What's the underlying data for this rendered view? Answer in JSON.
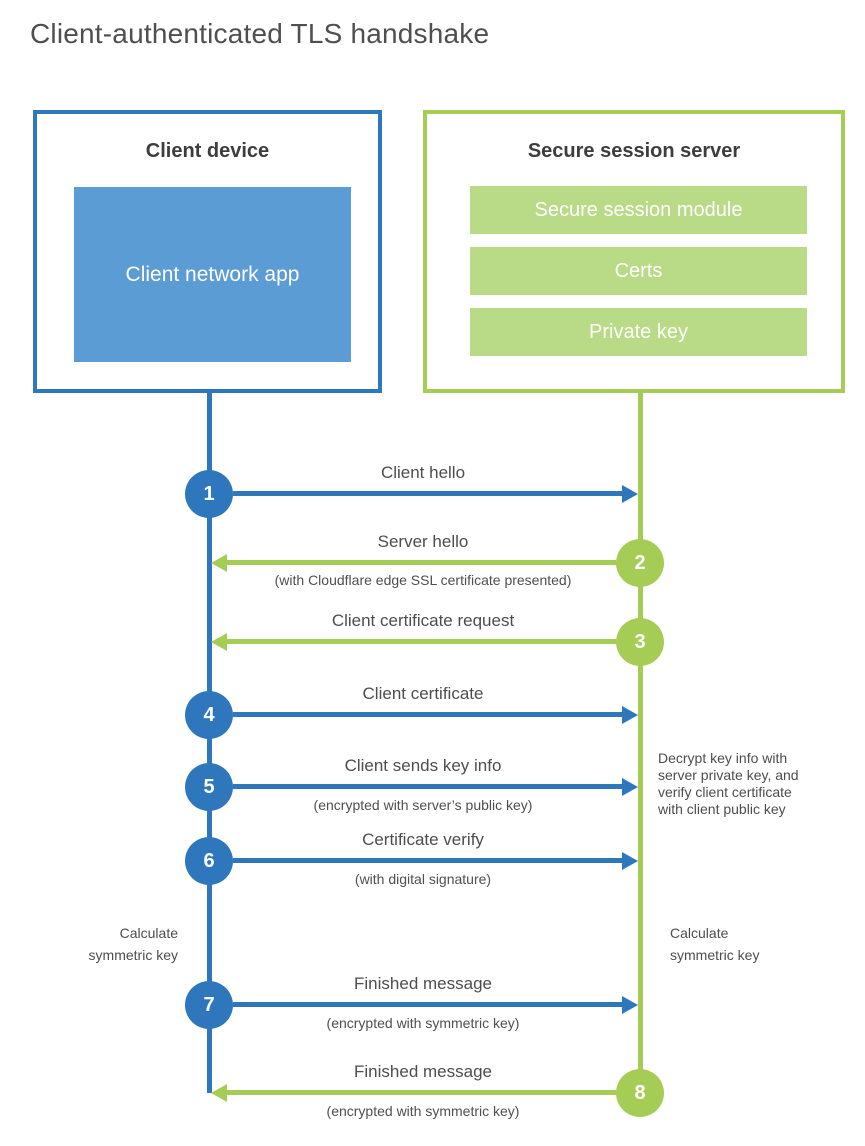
{
  "title": "Client-authenticated TLS handshake",
  "client_box": {
    "title": "Client device",
    "app": "Client network app"
  },
  "server_box": {
    "title": "Secure session server",
    "modules": [
      "Secure session module",
      "Certs",
      "Private key"
    ]
  },
  "steps": [
    {
      "number": "1",
      "actor": "client",
      "direction": "client-to-server",
      "label": "Client hello",
      "sublabel": ""
    },
    {
      "number": "2",
      "actor": "server",
      "direction": "server-to-client",
      "label": "Server hello",
      "sublabel": "(with Cloudflare edge SSL certificate presented)"
    },
    {
      "number": "3",
      "actor": "server",
      "direction": "server-to-client",
      "label": "Client certificate request",
      "sublabel": ""
    },
    {
      "number": "4",
      "actor": "client",
      "direction": "client-to-server",
      "label": "Client certificate",
      "sublabel": ""
    },
    {
      "number": "5",
      "actor": "client",
      "direction": "client-to-server",
      "label": "Client sends key info",
      "sublabel": "(encrypted with server’s public key)"
    },
    {
      "number": "6",
      "actor": "client",
      "direction": "client-to-server",
      "label": "Certificate verify",
      "sublabel": "(with digital signature)"
    },
    {
      "number": "7",
      "actor": "client",
      "direction": "client-to-server",
      "label": "Finished message",
      "sublabel": "(encrypted with symmetric key)"
    },
    {
      "number": "8",
      "actor": "server",
      "direction": "server-to-client",
      "label": "Finished message",
      "sublabel": "(encrypted with symmetric key)"
    }
  ],
  "notes": {
    "client_calculate": [
      "Calculate",
      "symmetric key"
    ],
    "server_decrypt": [
      "Decrypt key info with",
      "server private key, and",
      "verify client certificate",
      "with client public key"
    ],
    "server_calculate": [
      "Calculate",
      "symmetric key"
    ]
  },
  "colors": {
    "client_blue": "#2e77bc",
    "client_fill": "#5b9cd5",
    "server_green": "#a5cd55",
    "server_fill": "#b9da87",
    "heading_text": "#3d3d3d",
    "label_text": "#4d4d4d"
  }
}
